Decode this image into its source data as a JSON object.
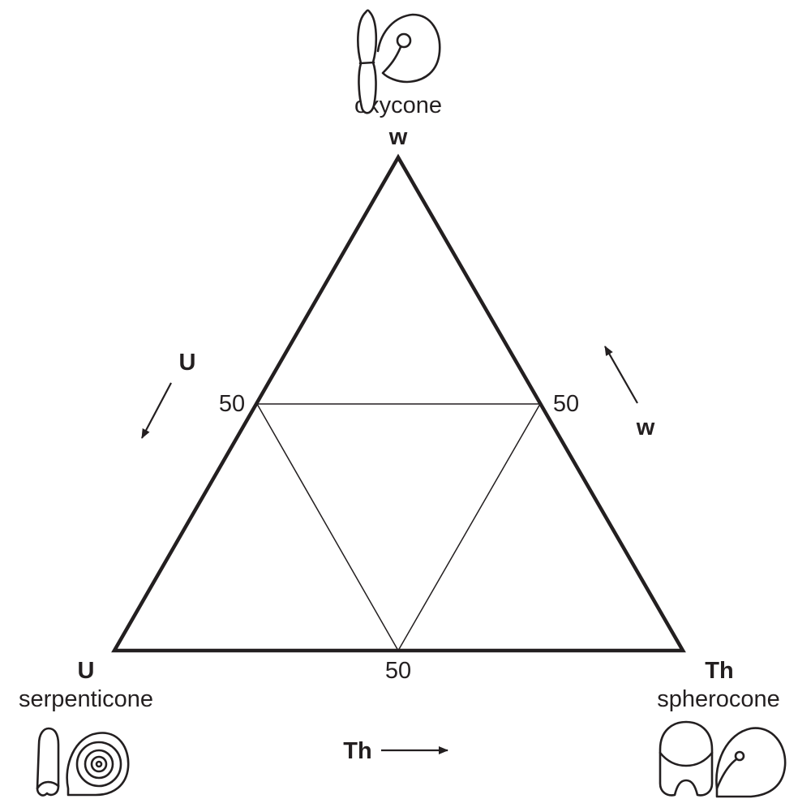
{
  "vertices": {
    "top": {
      "axis_label": "w",
      "morphotype": "oxycone"
    },
    "left": {
      "axis_label": "U",
      "morphotype": "serpenticone"
    },
    "right": {
      "axis_label": "Th",
      "morphotype": "spherocone"
    }
  },
  "midpoint_labels": {
    "left": "50",
    "right": "50",
    "bottom": "50"
  },
  "direction_labels": {
    "left": "U",
    "right": "w",
    "bottom": "Th"
  },
  "icons": {
    "top": "oxycone-shell-icon",
    "left": "serpenticone-shell-icon",
    "right": "spherocone-shell-icon"
  }
}
